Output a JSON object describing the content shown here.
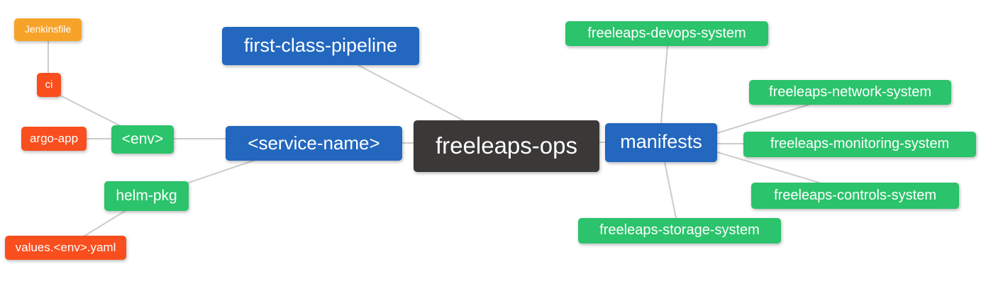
{
  "diagram": {
    "title": "freeleaps-ops mind map",
    "background_color": "#ffffff",
    "edge_color": "#cccccc",
    "palette": {
      "blue": "#2367be",
      "green": "#2bc36b",
      "red": "#f94e1d",
      "orange": "#f7a329",
      "dark": "#3b3838"
    },
    "nodes": [
      {
        "id": "jenkinsfile",
        "label": "Jenkinsfile",
        "color": "orange"
      },
      {
        "id": "ci",
        "label": "ci",
        "color": "red"
      },
      {
        "id": "argo-app",
        "label": "argo-app",
        "color": "red"
      },
      {
        "id": "env",
        "label": "<env>",
        "color": "green"
      },
      {
        "id": "helm-pkg",
        "label": "helm-pkg",
        "color": "green"
      },
      {
        "id": "values-env-yaml",
        "label": "values.<env>.yaml",
        "color": "red"
      },
      {
        "id": "first-class-pipeline",
        "label": "first-class-pipeline",
        "color": "blue"
      },
      {
        "id": "service-name",
        "label": "<service-name>",
        "color": "blue"
      },
      {
        "id": "freeleaps-ops",
        "label": "freeleaps-ops",
        "color": "dark"
      },
      {
        "id": "manifests",
        "label": "manifests",
        "color": "blue"
      },
      {
        "id": "freeleaps-devops-system",
        "label": "freeleaps-devops-system",
        "color": "green"
      },
      {
        "id": "freeleaps-network-system",
        "label": "freeleaps-network-system",
        "color": "green"
      },
      {
        "id": "freeleaps-monitoring-system",
        "label": "freeleaps-monitoring-system",
        "color": "green"
      },
      {
        "id": "freeleaps-controls-system",
        "label": "freeleaps-controls-system",
        "color": "green"
      },
      {
        "id": "freeleaps-storage-system",
        "label": "freeleaps-storage-system",
        "color": "green"
      }
    ],
    "edges": [
      {
        "from": "jenkinsfile",
        "to": "ci"
      },
      {
        "from": "ci",
        "to": "env"
      },
      {
        "from": "argo-app",
        "to": "env"
      },
      {
        "from": "env",
        "to": "service-name"
      },
      {
        "from": "service-name",
        "to": "helm-pkg"
      },
      {
        "from": "helm-pkg",
        "to": "values-env-yaml"
      },
      {
        "from": "first-class-pipeline",
        "to": "freeleaps-ops"
      },
      {
        "from": "service-name",
        "to": "freeleaps-ops"
      },
      {
        "from": "freeleaps-ops",
        "to": "manifests"
      },
      {
        "from": "manifests",
        "to": "freeleaps-devops-system"
      },
      {
        "from": "manifests",
        "to": "freeleaps-network-system"
      },
      {
        "from": "manifests",
        "to": "freeleaps-monitoring-system"
      },
      {
        "from": "manifests",
        "to": "freeleaps-controls-system"
      },
      {
        "from": "manifests",
        "to": "freeleaps-storage-system"
      }
    ]
  }
}
